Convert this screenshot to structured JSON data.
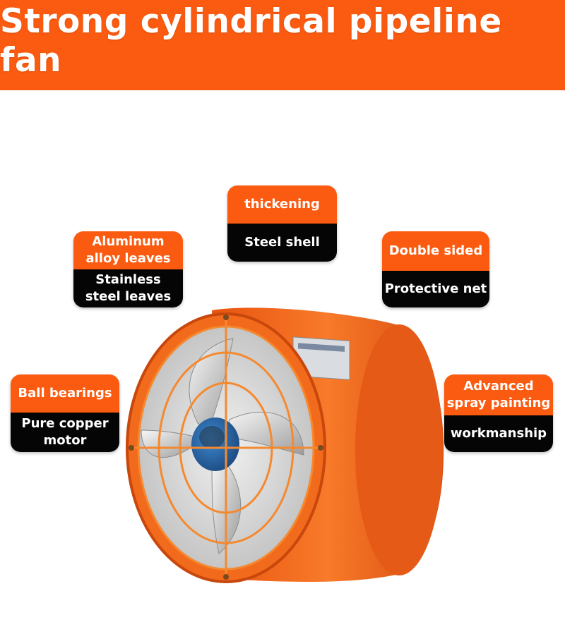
{
  "title": "Strong cylindrical pipeline fan",
  "callouts": {
    "thickening": {
      "top": "thickening",
      "bottom": "Steel shell"
    },
    "aluminum": {
      "top": "Aluminum\nalloy leaves",
      "bottom": "Stainless\nsteel leaves"
    },
    "double_sided": {
      "top": "Double sided",
      "bottom": "Protective net"
    },
    "bearings": {
      "top": "Ball bearings",
      "bottom": "Pure copper\nmotor"
    },
    "spray": {
      "top": "Advanced\nspray painting",
      "bottom": "workmanship"
    }
  },
  "colors": {
    "accent": "#fb5b10",
    "dark": "#050505",
    "fan_orange": "#f26a1b"
  }
}
